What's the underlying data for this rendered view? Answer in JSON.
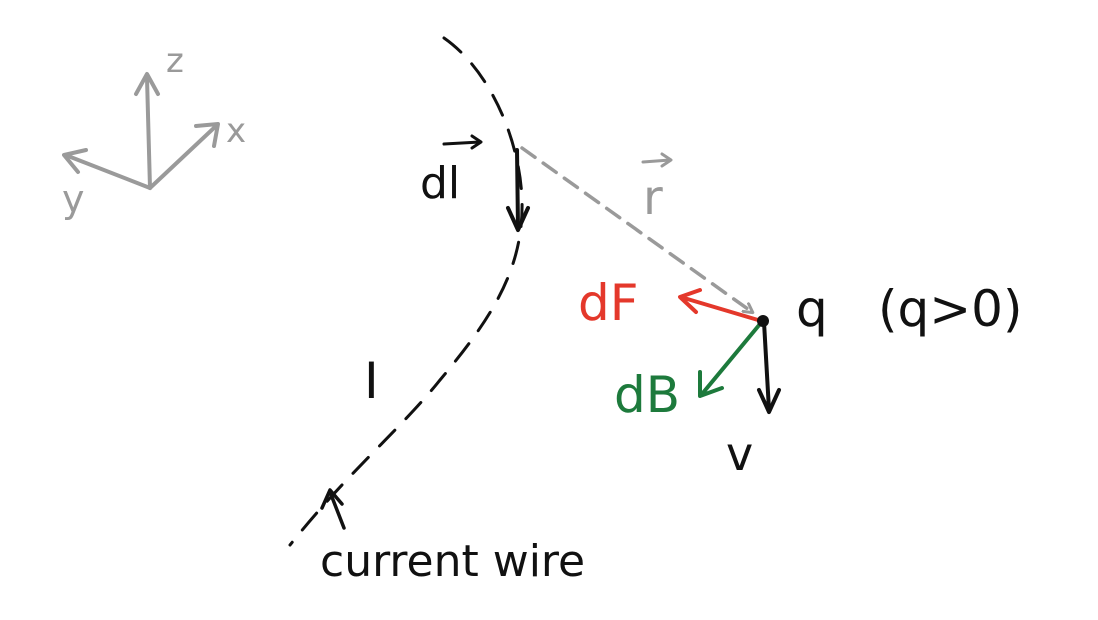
{
  "colors": {
    "ink": "#111111",
    "axis_gray": "#9a9a9a",
    "force_red": "#e4382b",
    "field_green": "#1d7a3c"
  },
  "axes": {
    "z_label": "z",
    "x_label": "x",
    "y_label": "y"
  },
  "wire": {
    "current_label": "I",
    "caption": "current wire"
  },
  "vectors": {
    "dl_label": "dl",
    "r_label": "r",
    "dF_label": "dF",
    "dB_label": "dB",
    "v_label": "v"
  },
  "charge": {
    "label": "q",
    "condition": "(q>0)"
  }
}
